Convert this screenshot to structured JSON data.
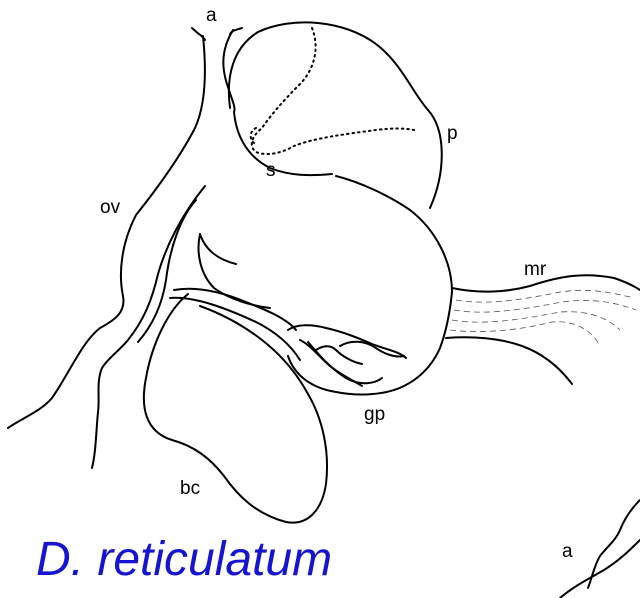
{
  "labels": {
    "a_top": "a",
    "p": "p",
    "s": "s",
    "ov": "ov",
    "mr": "mr",
    "gp": "gp",
    "bc": "bc",
    "a_bottom": "a"
  },
  "caption": "D. reticulatum",
  "caption_color": "#1414d2"
}
